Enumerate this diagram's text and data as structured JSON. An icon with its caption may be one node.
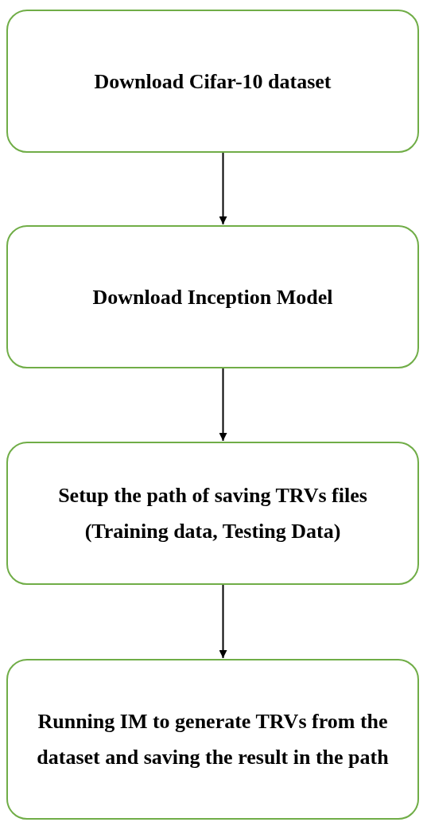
{
  "diagram": {
    "nodes": [
      {
        "text": [
          "Download Cifar-10 dataset"
        ]
      },
      {
        "text": [
          "Download Inception Model"
        ]
      },
      {
        "text": [
          "Setup the path of saving TRVs files (Training data, Testing Data)"
        ]
      },
      {
        "text": [
          "Running IM to generate TRVs from the dataset and saving the result in the path"
        ]
      }
    ],
    "edges": [
      {
        "from": 0,
        "to": 1,
        "arrow": "to"
      },
      {
        "from": 1,
        "to": 2,
        "arrow": "to"
      },
      {
        "from": 2,
        "to": 3,
        "arrow": "to"
      }
    ]
  }
}
